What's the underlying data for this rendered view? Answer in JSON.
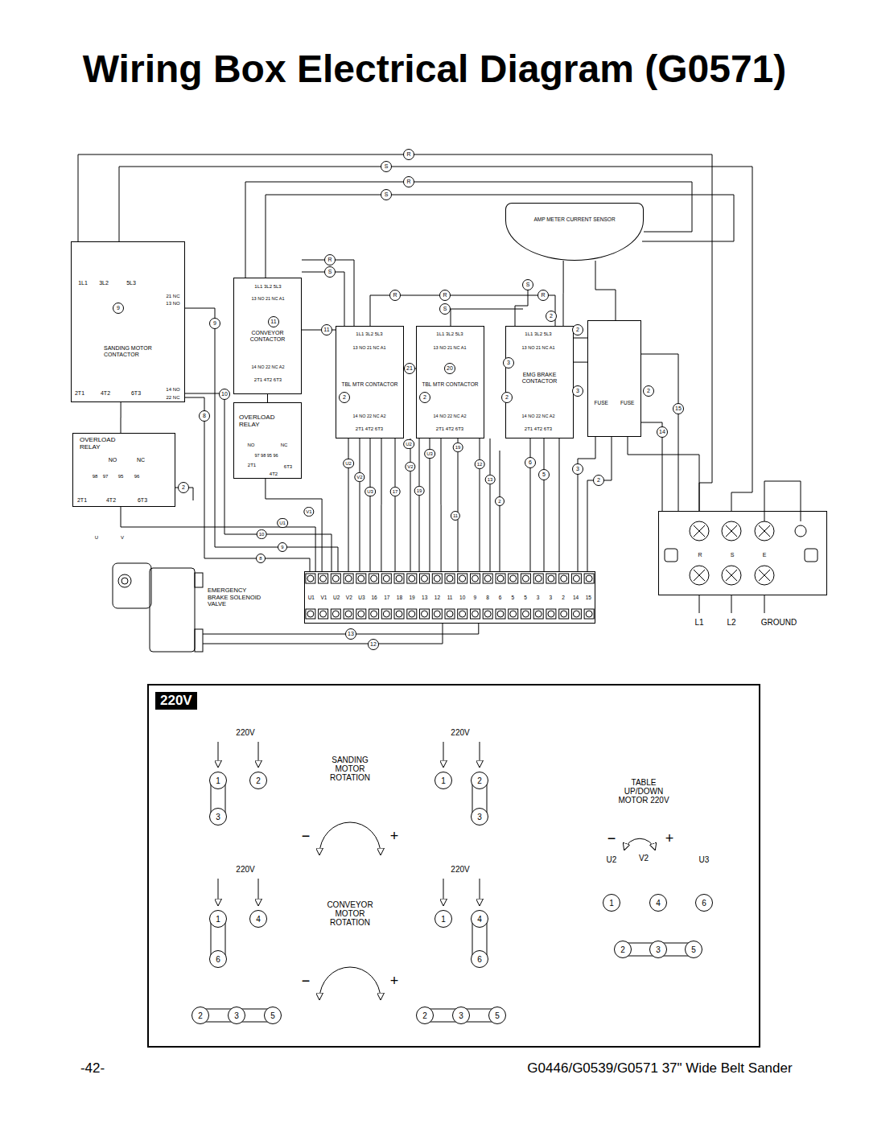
{
  "diagram": {
    "title": "Wiring Box Electrical Diagram (G0571)",
    "nodes": [
      {
        "text": [
          "SANDING MOTOR CONTACTOR"
        ]
      },
      {
        "text": [
          "OVERLOAD RELAY"
        ]
      },
      {
        "text": [
          "CONVEYOR CONTACTOR"
        ]
      },
      {
        "text": [
          "OVERLOAD RELAY"
        ]
      },
      {
        "text": [
          "TBL MTR CONTACTOR"
        ]
      },
      {
        "text": [
          "TBL MTR CONTACTOR"
        ]
      },
      {
        "text": [
          "EMG BRAKE CONTACTOR"
        ]
      },
      {
        "text": [
          "FUSE",
          "FUSE"
        ]
      },
      {
        "text": [
          "AMP METER CURRENT SENSOR"
        ]
      },
      {
        "text": [
          "EMERGENCY BRAKE SOLENOID VALVE"
        ]
      },
      {
        "text": [
          "U1",
          "V1",
          "U2",
          "V2",
          "U3",
          "16",
          "17",
          "18",
          "19",
          "13",
          "12",
          "11",
          "10",
          "9",
          "8",
          "6",
          "5",
          "5",
          "3",
          "3",
          "2",
          "14",
          "15"
        ]
      },
      {
        "text": [
          "R",
          "S",
          "E"
        ]
      },
      {
        "text": [
          "220V"
        ]
      }
    ],
    "edges": [
      {
        "from": 0,
        "to": 1,
        "arrow": "none"
      },
      {
        "from": 2,
        "to": 3,
        "arrow": "none"
      },
      {
        "from": 11,
        "to": 7,
        "arrow": "none"
      },
      {
        "from": 7,
        "to": 6,
        "arrow": "none"
      },
      {
        "from": 4,
        "to": 10,
        "arrow": "none"
      },
      {
        "from": 5,
        "to": 10,
        "arrow": "none"
      },
      {
        "from": 9,
        "to": 10,
        "arrow": "none"
      },
      {
        "from": 3,
        "to": 10,
        "arrow": "none"
      },
      {
        "from": 1,
        "to": 10,
        "arrow": "none"
      },
      {
        "from": 8,
        "to": 6,
        "arrow": "none"
      }
    ],
    "labels": [
      "R",
      "S",
      "R",
      "S",
      "1L1",
      "3L2",
      "5L3",
      "21 NC",
      "13 NO",
      "9",
      "2T1",
      "4T2",
      "6T3",
      "14 NO",
      "22 NC",
      "NO",
      "NC",
      "98",
      "97",
      "95",
      "96",
      "2T1",
      "4T2",
      "6T3",
      "U",
      "V",
      "9",
      "10",
      "8",
      "2",
      "1L1 3L2 5L3",
      "13 NO 21 NC A1",
      "11",
      "14 NO 22 NC A2",
      "2T1 4T2 6T3",
      "NO",
      "NC",
      "97 98 95 96",
      "2T1",
      "4T2",
      "6T3",
      "R",
      "S",
      "11",
      "1L1 3L2 5L3",
      "13 NO 21 NC A1",
      "14 NO 22 NC A2",
      "2T1 4T2 6T3",
      "R",
      "2",
      "1L1 3L2 5L3",
      "13 NO 21 NC A1",
      "14 NO 22 NC A2",
      "2T1 4T2 6T3",
      "R",
      "S",
      "2",
      "21",
      "20",
      "U2",
      "U3",
      "19",
      "U2",
      "V2",
      "12",
      "V2",
      "13",
      "U3",
      "17",
      "19",
      "2",
      "11",
      "V1",
      "U1",
      "10",
      "9",
      "8",
      "S",
      "R",
      "2",
      "2",
      "1L1 3L2 5L3",
      "13 NO 21 NC A1",
      "14 NO 22 NC A2",
      "2T1 4T2 6T3",
      "3",
      "2",
      "6",
      "5",
      "3",
      "2",
      "3",
      "2",
      "15",
      "14",
      "L1",
      "L2",
      "GROUND",
      "13",
      "12",
      "220V",
      "220V",
      "SANDING MOTOR ROTATION",
      "1",
      "2",
      "3",
      "1",
      "2",
      "3",
      "TABLE UP/DOWN MOTOR 220V",
      "−",
      "+",
      "−",
      "+",
      "U2",
      "V2",
      "U3",
      "1",
      "4",
      "6",
      "2",
      "3",
      "5",
      "220V",
      "220V",
      "CONVEYOR MOTOR ROTATION",
      "1",
      "4",
      "6",
      "2",
      "3",
      "5",
      "1",
      "4",
      "6",
      "2",
      "3",
      "5",
      "−",
      "+",
      "-42-",
      "G0446/G0539/G0571 37\" Wide Belt Sander"
    ]
  }
}
